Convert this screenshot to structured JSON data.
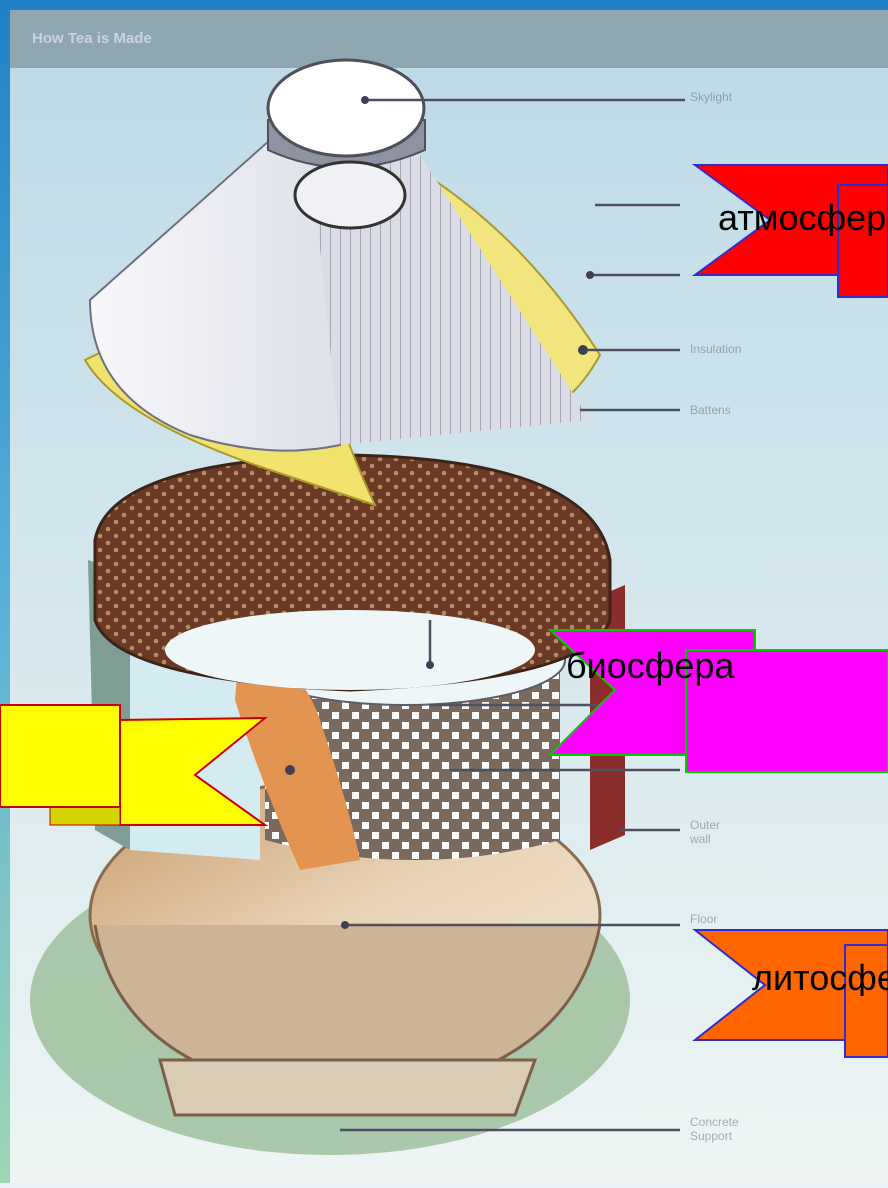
{
  "header": {
    "title": "How Tea is Made"
  },
  "callouts": [
    "Skylight",
    "",
    "",
    "Insulation",
    "Battens",
    "",
    "",
    "Outer\nwall",
    "Floor",
    "Concrete\nSupport"
  ],
  "ribbons": {
    "atmosphere": "атмосфера",
    "biosphere": "биосфера",
    "hydrosphere": "",
    "lithosphere": "литосфера"
  }
}
